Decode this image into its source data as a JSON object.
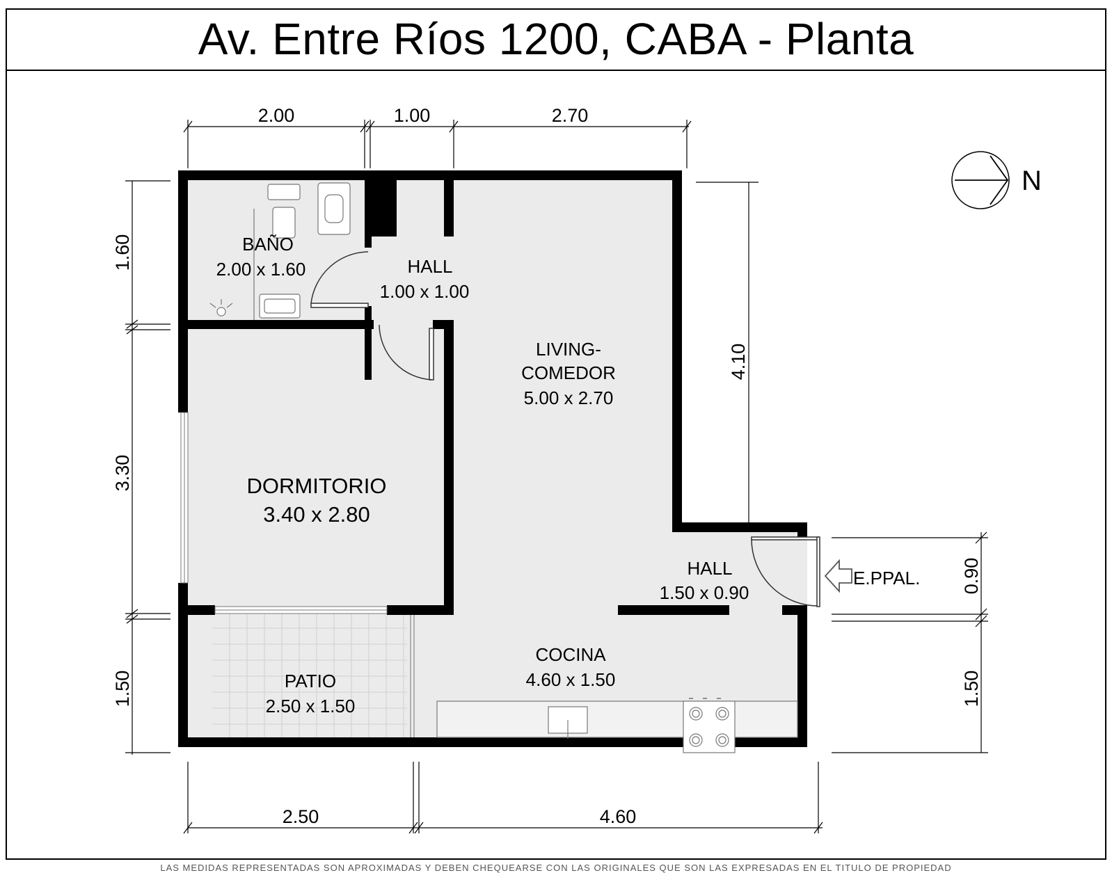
{
  "title": "Av. Entre Ríos 1200, CABA - Planta",
  "north_label": "N",
  "entrance_label": "E.PPAL.",
  "rooms": {
    "bano": {
      "name": "BAÑO",
      "size": "2.00 x 1.60"
    },
    "hall_top": {
      "name": "HALL",
      "size": "1.00 x 1.00"
    },
    "living": {
      "name_line1": "LIVING-",
      "name_line2": "COMEDOR",
      "size": "5.00 x 2.70"
    },
    "dormitorio": {
      "name": "DORMITORIO",
      "size": "3.40 x 2.80"
    },
    "hall_entry": {
      "name": "HALL",
      "size": "1.50 x 0.90"
    },
    "cocina": {
      "name": "COCINA",
      "size": "4.60 x 1.50"
    },
    "patio": {
      "name": "PATIO",
      "size": "2.50 x 1.50"
    }
  },
  "dimensions": {
    "top": [
      "2.00",
      "1.00",
      "2.70"
    ],
    "left": [
      "1.60",
      "3.30",
      "1.50"
    ],
    "right_living": "4.10",
    "right": [
      "0.90",
      "1.50"
    ],
    "bottom": [
      "2.50",
      "4.60"
    ]
  },
  "footer_note": "LAS MEDIDAS REPRESENTADAS SON APROXIMADAS Y DEBEN CHEQUEARSE CON LAS ORIGINALES QUE SON LAS EXPRESADAS EN EL TITULO DE PROPIEDAD",
  "colors": {
    "floor": "#ebebeb",
    "wall": "#000000",
    "background": "#ffffff"
  }
}
